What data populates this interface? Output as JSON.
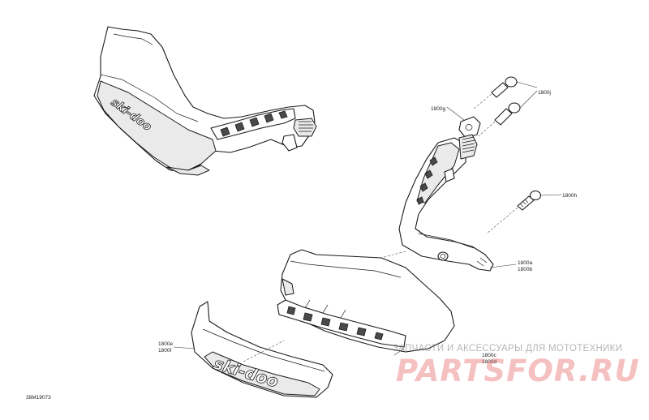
{
  "labels": {
    "a": "1800a",
    "b": "1800b",
    "c": "1800c",
    "d": "1800d",
    "e": "1800e",
    "f": "1800f",
    "g": "1800g",
    "h": "1800h",
    "j": "1800j"
  },
  "embossed_logo_text": "ski-doo",
  "doc_code": "38M19073",
  "watermark": {
    "tagline": "ЗАПЧАСТИ И АКСЕССУАРЫ ДЛЯ МОТОТЕХНИКИ",
    "brand": "PARTSFOR.RU"
  }
}
